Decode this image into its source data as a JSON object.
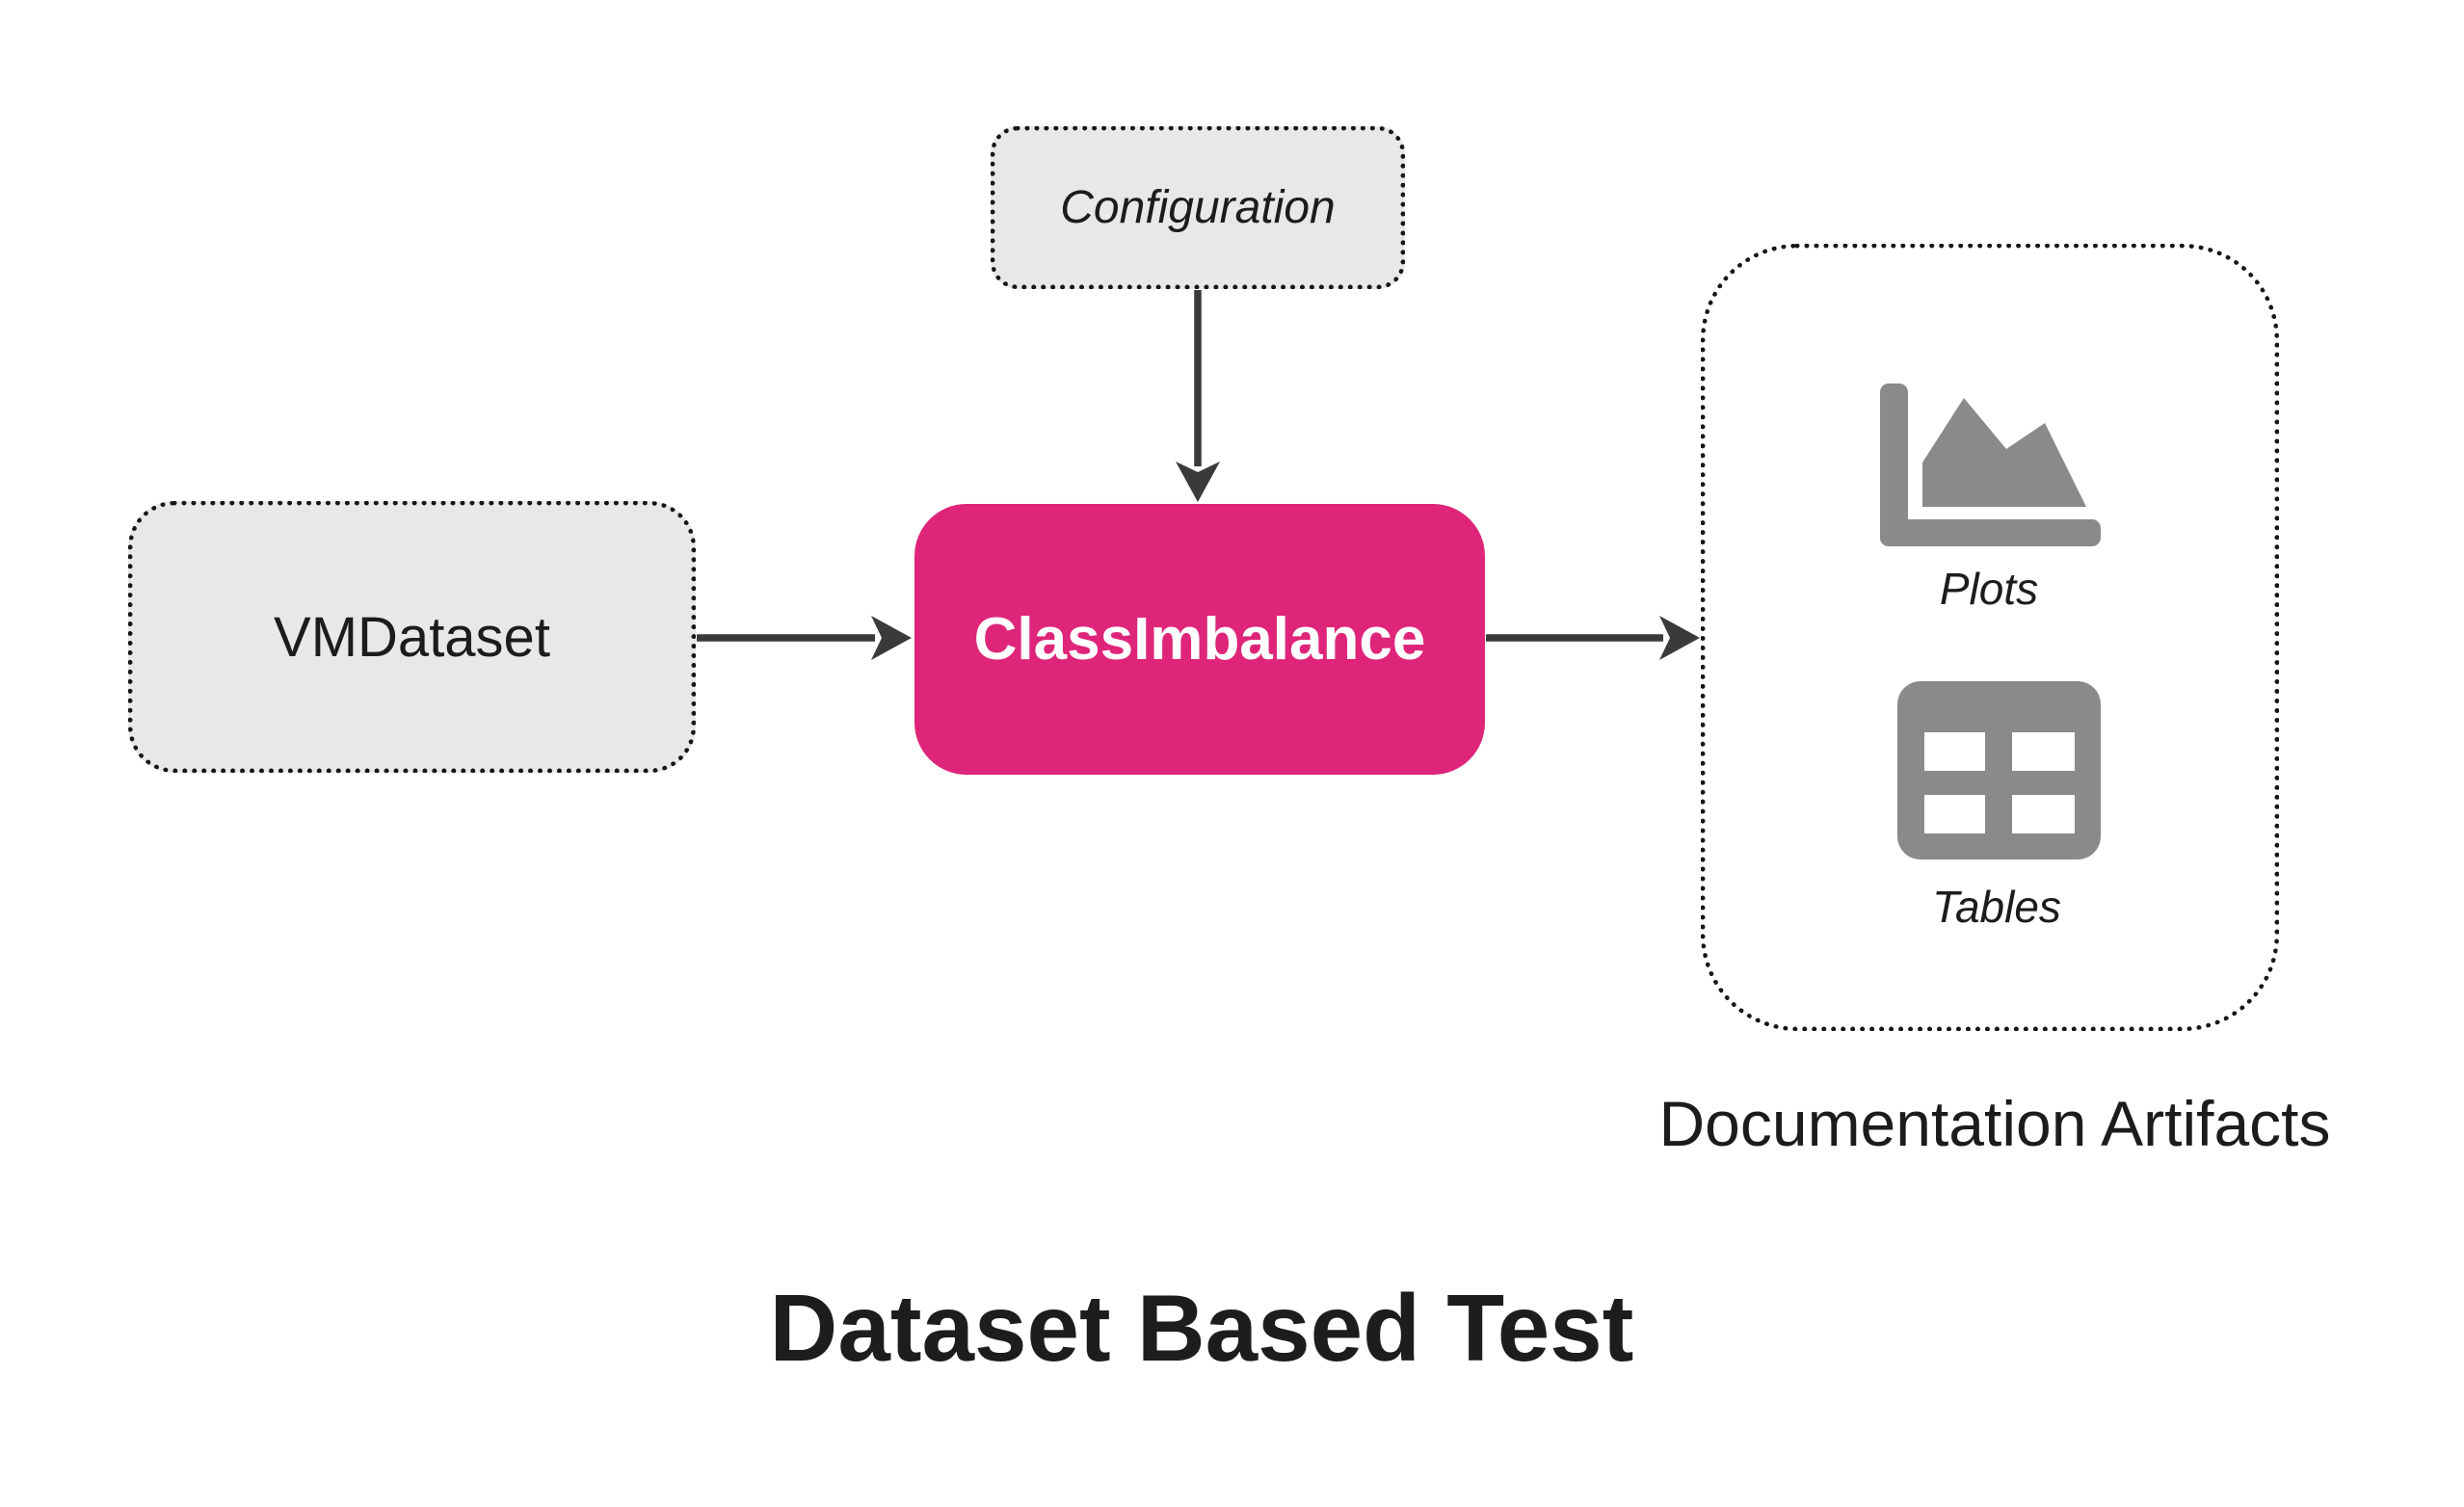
{
  "diagram": {
    "title": "Dataset Based Test",
    "nodes": {
      "configuration": {
        "label": "Configuration"
      },
      "vmdataset": {
        "label": "VMDataset"
      },
      "test": {
        "label": "ClassImbalance"
      },
      "artifacts": {
        "label": "Documentation Artifacts",
        "items": [
          {
            "label": "Plots",
            "icon": "area-chart-icon"
          },
          {
            "label": "Tables",
            "icon": "table-icon"
          }
        ]
      }
    },
    "edges": [
      {
        "from": "Configuration",
        "to": "ClassImbalance"
      },
      {
        "from": "VMDataset",
        "to": "ClassImbalance"
      },
      {
        "from": "ClassImbalance",
        "to": "Documentation Artifacts"
      }
    ],
    "colors": {
      "node_fill_gray": "#e8e8e8",
      "accent_pink": "#de2579",
      "icon_gray": "#8a8a8a",
      "arrow_dark": "#3a3a3a",
      "border_dark": "#161616",
      "text_dark": "#1c1c1c"
    }
  }
}
